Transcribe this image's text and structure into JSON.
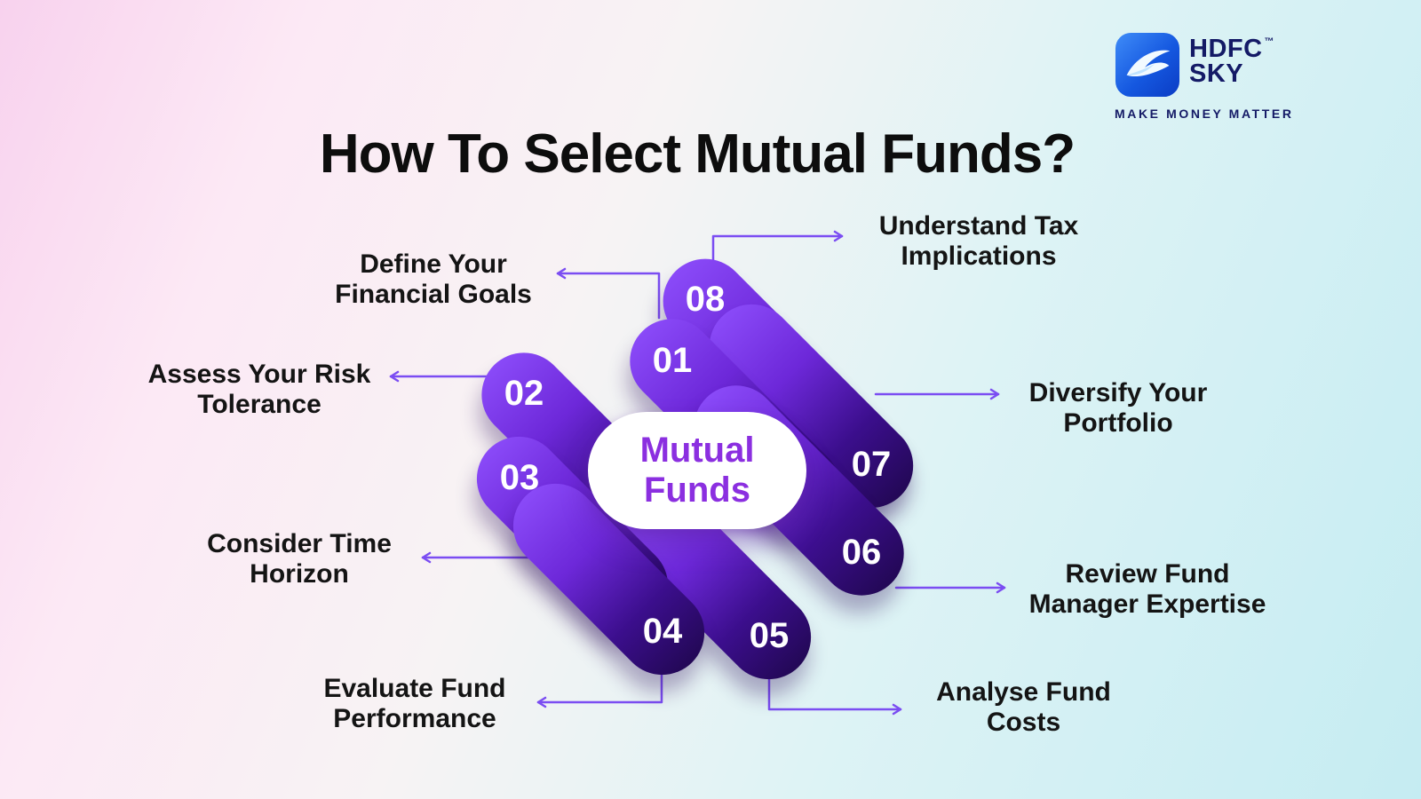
{
  "title": "How To Select Mutual Funds?",
  "logo": {
    "brand_line1": "HDFC",
    "brand_line2": "SKY",
    "trademark": "™",
    "tagline": "MAKE MONEY MATTER"
  },
  "center": {
    "label": "Mutual Funds"
  },
  "steps": [
    {
      "number": "01",
      "label": "Define Your Financial Goals"
    },
    {
      "number": "02",
      "label": "Assess Your Risk Tolerance"
    },
    {
      "number": "03",
      "label": "Consider Time Horizon"
    },
    {
      "number": "04",
      "label": "Evaluate Fund Performance"
    },
    {
      "number": "05",
      "label": "Analyse Fund Costs"
    },
    {
      "number": "06",
      "label": "Review Fund Manager Expertise"
    },
    {
      "number": "07",
      "label": "Diversify Your Portfolio"
    },
    {
      "number": "08",
      "label": "Understand Tax Implications"
    }
  ],
  "colors": {
    "capsule_light": "#8a4af8",
    "capsule_dark": "#230856",
    "arrow": "#7b4df2",
    "center_text": "#8b2fe0",
    "label_text": "#141414",
    "brand_navy": "#141a66",
    "brand_blue": "#1558e0",
    "background_pink": "#f8d2ee",
    "background_cyan": "#c5ecf2"
  }
}
